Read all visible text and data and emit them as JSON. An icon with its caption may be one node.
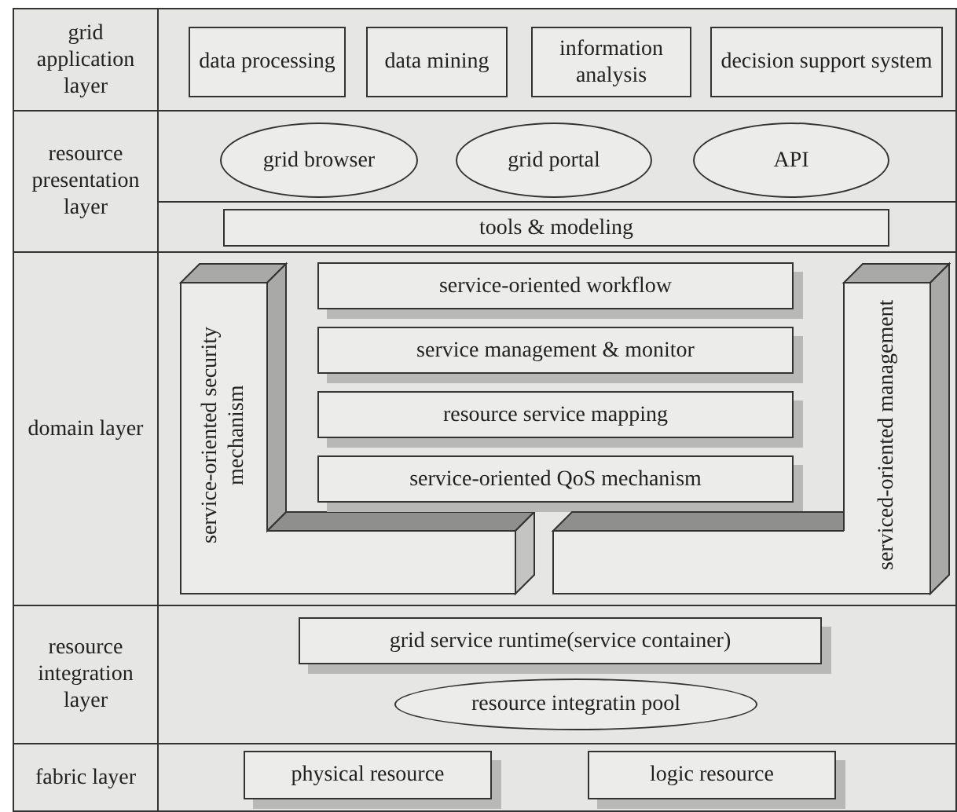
{
  "diagram": {
    "nodes": [
      {
        "text": [
          "grid application layer"
        ]
      },
      {
        "text": [
          "data processing"
        ],
        "in": 0
      },
      {
        "text": [
          "data mining"
        ],
        "in": 0
      },
      {
        "text": [
          "information analysis"
        ],
        "in": 0
      },
      {
        "text": [
          "decision support system"
        ],
        "in": 0
      },
      {
        "text": [
          "resource presentation layer"
        ]
      },
      {
        "text": [
          "grid browser"
        ],
        "in": 5
      },
      {
        "text": [
          "grid portal"
        ],
        "in": 5
      },
      {
        "text": [
          "API"
        ],
        "in": 5
      },
      {
        "text": [
          "tools & modeling"
        ],
        "in": 5
      },
      {
        "text": [
          "domain layer"
        ]
      },
      {
        "text": [
          "service-oriented security mechanism"
        ],
        "in": 10
      },
      {
        "text": [
          "service-oriented workflow"
        ],
        "in": 10
      },
      {
        "text": [
          "service management & monitor"
        ],
        "in": 10
      },
      {
        "text": [
          "resource service mapping"
        ],
        "in": 10
      },
      {
        "text": [
          "service-oriented QoS mechanism"
        ],
        "in": 10
      },
      {
        "text": [
          "serviced-oriented management"
        ],
        "in": 10
      },
      {
        "text": [
          "resource integration layer"
        ]
      },
      {
        "text": [
          "grid service runtime(service container)"
        ],
        "in": 17
      },
      {
        "text": [
          "resource integratin pool"
        ],
        "in": 17
      },
      {
        "text": [
          "fabric layer"
        ]
      },
      {
        "text": [
          "physical resource"
        ],
        "in": 20
      },
      {
        "text": [
          "logic resource"
        ],
        "in": 20
      }
    ],
    "edges": []
  }
}
